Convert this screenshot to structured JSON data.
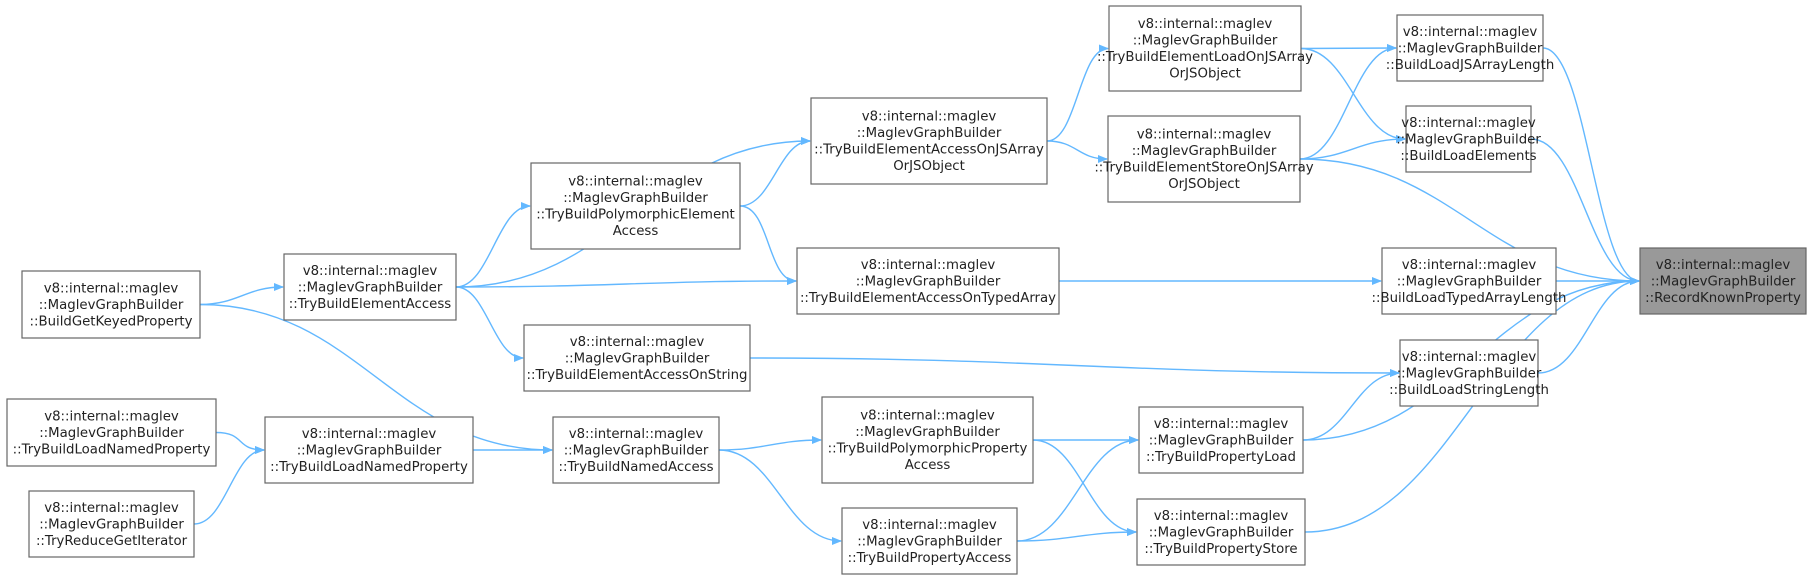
{
  "diagram": {
    "type": "call-graph",
    "edge_color": "#63b8ff",
    "node_border_color": "#666666",
    "highlight_fill": "#999999",
    "nodes": [
      {
        "id": "n_record",
        "lines": [
          "v8::internal::maglev",
          "::MaglevGraphBuilder",
          "::RecordKnownProperty"
        ],
        "highlight": true
      },
      {
        "id": "n_loadjsarraylen",
        "lines": [
          "v8::internal::maglev",
          "::MaglevGraphBuilder",
          "::BuildLoadJSArrayLength"
        ]
      },
      {
        "id": "n_loadelements",
        "lines": [
          "v8::internal::maglev",
          "::MaglevGraphBuilder",
          "::BuildLoadElements"
        ]
      },
      {
        "id": "n_loadtypedlen",
        "lines": [
          "v8::internal::maglev",
          "::MaglevGraphBuilder",
          "::BuildLoadTypedArrayLength"
        ]
      },
      {
        "id": "n_loadstrlen",
        "lines": [
          "v8::internal::maglev",
          "::MaglevGraphBuilder",
          "::BuildLoadStringLength"
        ]
      },
      {
        "id": "n_elemloadjs",
        "lines": [
          "v8::internal::maglev",
          "::MaglevGraphBuilder",
          "::TryBuildElementLoadOnJSArray",
          "OrJSObject"
        ]
      },
      {
        "id": "n_elemstorejs",
        "lines": [
          "v8::internal::maglev",
          "::MaglevGraphBuilder",
          "::TryBuildElementStoreOnJSArray",
          "OrJSObject"
        ]
      },
      {
        "id": "n_propload",
        "lines": [
          "v8::internal::maglev",
          "::MaglevGraphBuilder",
          "::TryBuildPropertyLoad"
        ]
      },
      {
        "id": "n_propstore",
        "lines": [
          "v8::internal::maglev",
          "::MaglevGraphBuilder",
          "::TryBuildPropertyStore"
        ]
      },
      {
        "id": "n_elemaccessjs",
        "lines": [
          "v8::internal::maglev",
          "::MaglevGraphBuilder",
          "::TryBuildElementAccessOnJSArray",
          "OrJSObject"
        ]
      },
      {
        "id": "n_elemaccesstyped",
        "lines": [
          "v8::internal::maglev",
          "::MaglevGraphBuilder",
          "::TryBuildElementAccessOnTypedArray"
        ]
      },
      {
        "id": "n_polypropaccess",
        "lines": [
          "v8::internal::maglev",
          "::MaglevGraphBuilder",
          "::TryBuildPolymorphicProperty",
          "Access"
        ]
      },
      {
        "id": "n_propaccess",
        "lines": [
          "v8::internal::maglev",
          "::MaglevGraphBuilder",
          "::TryBuildPropertyAccess"
        ]
      },
      {
        "id": "n_polyelemaccess",
        "lines": [
          "v8::internal::maglev",
          "::MaglevGraphBuilder",
          "::TryBuildPolymorphicElement",
          "Access"
        ]
      },
      {
        "id": "n_elemaccessstr",
        "lines": [
          "v8::internal::maglev",
          "::MaglevGraphBuilder",
          "::TryBuildElementAccessOnString"
        ]
      },
      {
        "id": "n_namedaccess",
        "lines": [
          "v8::internal::maglev",
          "::MaglevGraphBuilder",
          "::TryBuildNamedAccess"
        ]
      },
      {
        "id": "n_elemaccess",
        "lines": [
          "v8::internal::maglev",
          "::MaglevGraphBuilder",
          "::TryBuildElementAccess"
        ]
      },
      {
        "id": "n_loadnamedprop",
        "lines": [
          "v8::internal::maglev",
          "::MaglevGraphBuilder",
          "::TryBuildLoadNamedProperty"
        ]
      },
      {
        "id": "n_getkeyed",
        "lines": [
          "v8::internal::maglev",
          "::MaglevGraphBuilder",
          "::BuildGetKeyedProperty"
        ]
      },
      {
        "id": "n_loadnamedprop2",
        "lines": [
          "v8::internal::maglev",
          "::MaglevGraphBuilder",
          "::TryBuildLoadNamedProperty"
        ]
      },
      {
        "id": "n_reduceiter",
        "lines": [
          "v8::internal::maglev",
          "::MaglevGraphBuilder",
          "::TryReduceGetIterator"
        ]
      }
    ],
    "edges": [
      {
        "from": "n_loadjsarraylen",
        "to": "n_record"
      },
      {
        "from": "n_loadelements",
        "to": "n_record"
      },
      {
        "from": "n_loadtypedlen",
        "to": "n_record"
      },
      {
        "from": "n_loadstrlen",
        "to": "n_record"
      },
      {
        "from": "n_elemstorejs",
        "to": "n_record"
      },
      {
        "from": "n_propload",
        "to": "n_record"
      },
      {
        "from": "n_propstore",
        "to": "n_record"
      },
      {
        "from": "n_elemloadjs",
        "to": "n_loadjsarraylen"
      },
      {
        "from": "n_elemloadjs",
        "to": "n_loadelements"
      },
      {
        "from": "n_elemstorejs",
        "to": "n_loadjsarraylen"
      },
      {
        "from": "n_elemstorejs",
        "to": "n_loadelements"
      },
      {
        "from": "n_elemaccesstyped",
        "to": "n_loadtypedlen"
      },
      {
        "from": "n_elemaccessstr",
        "to": "n_loadstrlen"
      },
      {
        "from": "n_propload",
        "to": "n_loadstrlen"
      },
      {
        "from": "n_elemaccessjs",
        "to": "n_elemloadjs"
      },
      {
        "from": "n_elemaccessjs",
        "to": "n_elemstorejs"
      },
      {
        "from": "n_polypropaccess",
        "to": "n_propload"
      },
      {
        "from": "n_polypropaccess",
        "to": "n_propstore"
      },
      {
        "from": "n_propaccess",
        "to": "n_propload"
      },
      {
        "from": "n_propaccess",
        "to": "n_propstore"
      },
      {
        "from": "n_polyelemaccess",
        "to": "n_elemaccessjs"
      },
      {
        "from": "n_polyelemaccess",
        "to": "n_elemaccesstyped"
      },
      {
        "from": "n_elemaccess",
        "to": "n_elemaccessjs"
      },
      {
        "from": "n_elemaccess",
        "to": "n_polyelemaccess"
      },
      {
        "from": "n_elemaccess",
        "to": "n_elemaccesstyped"
      },
      {
        "from": "n_elemaccess",
        "to": "n_elemaccessstr"
      },
      {
        "from": "n_namedaccess",
        "to": "n_polypropaccess"
      },
      {
        "from": "n_namedaccess",
        "to": "n_propaccess"
      },
      {
        "from": "n_getkeyed",
        "to": "n_elemaccess"
      },
      {
        "from": "n_getkeyed",
        "to": "n_namedaccess"
      },
      {
        "from": "n_loadnamedprop",
        "to": "n_namedaccess"
      },
      {
        "from": "n_loadnamedprop2",
        "to": "n_loadnamedprop"
      },
      {
        "from": "n_reduceiter",
        "to": "n_loadnamedprop"
      }
    ]
  }
}
